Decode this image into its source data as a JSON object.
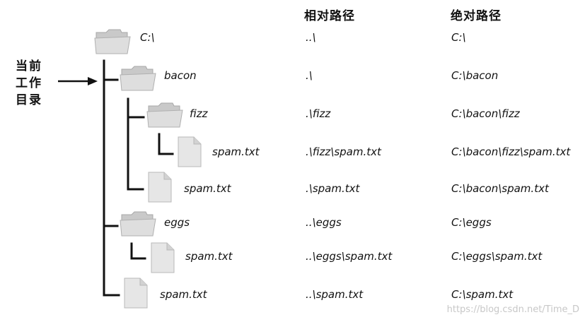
{
  "headers": {
    "relative": "相对路径",
    "absolute": "绝对路径"
  },
  "cwd_label": [
    "当前",
    "工作",
    "目录"
  ],
  "nodes": [
    {
      "name": "C:\\",
      "type": "folder",
      "relative": "..\\",
      "absolute": "C:\\"
    },
    {
      "name": "bacon",
      "type": "folder",
      "relative": ".\\",
      "absolute": "C:\\bacon"
    },
    {
      "name": "fizz",
      "type": "folder",
      "relative": ".\\fizz",
      "absolute": "C:\\bacon\\fizz"
    },
    {
      "name": "spam.txt",
      "type": "file",
      "relative": ".\\fizz\\spam.txt",
      "absolute": "C:\\bacon\\fizz\\spam.txt"
    },
    {
      "name": "spam.txt",
      "type": "file",
      "relative": ".\\spam.txt",
      "absolute": "C:\\bacon\\spam.txt"
    },
    {
      "name": "eggs",
      "type": "folder",
      "relative": "..\\eggs",
      "absolute": "C:\\eggs"
    },
    {
      "name": "spam.txt",
      "type": "file",
      "relative": "..\\eggs\\spam.txt",
      "absolute": "C:\\eggs\\spam.txt"
    },
    {
      "name": "spam.txt",
      "type": "file",
      "relative": "..\\spam.txt",
      "absolute": "C:\\spam.txt"
    }
  ],
  "watermark": "https://blog.csdn.net/Time_D"
}
